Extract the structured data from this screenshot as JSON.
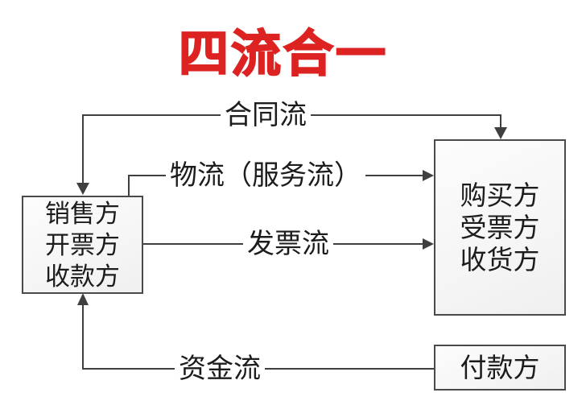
{
  "title": "四流合一",
  "nodes": {
    "seller": {
      "lines": [
        "销售方",
        "开票方",
        "收款方"
      ]
    },
    "buyer": {
      "lines": [
        "购买方",
        "受票方",
        "收货方"
      ]
    },
    "payer": {
      "label": "付款方"
    }
  },
  "flows": {
    "contract": {
      "label": "合同流",
      "from": "seller",
      "to": "buyer"
    },
    "logistics": {
      "label": "物流（服务流）",
      "from": "seller",
      "to": "buyer"
    },
    "invoice": {
      "label": "发票流",
      "from": "seller",
      "to": "buyer"
    },
    "capital": {
      "label": "资金流",
      "from": "payer",
      "to": "seller"
    }
  },
  "colors": {
    "title": "#dd2222",
    "line": "#3f3f3f",
    "box_border": "#4a4a4a",
    "box_fill": "#f6f6f6",
    "text": "#1c1c1c",
    "background": "#ffffff"
  }
}
